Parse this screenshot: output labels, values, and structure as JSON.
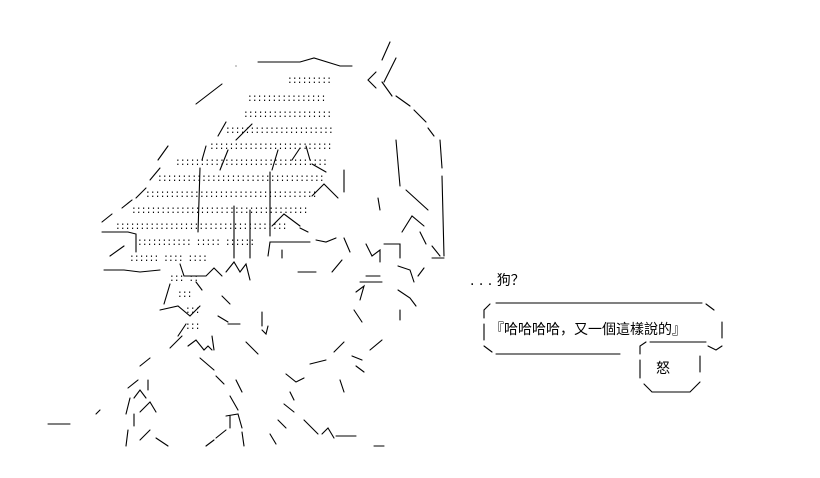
{
  "dialogue": {
    "question": ". . . 狗？",
    "shout": "『哈哈哈哈，又一個這樣說的』",
    "reaction": "怒"
  }
}
